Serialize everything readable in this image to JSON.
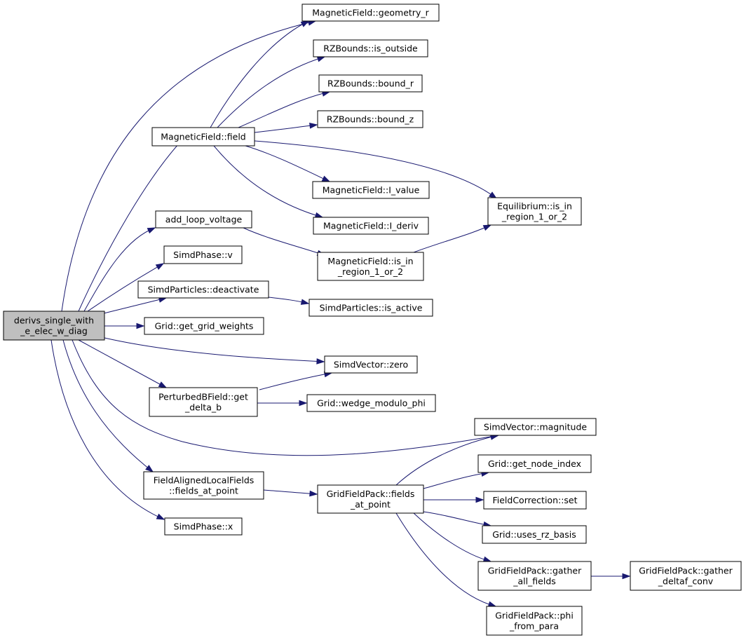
{
  "diagram": {
    "nodes": [
      {
        "id": "root",
        "lines": [
          "derivs_single_with",
          "_e_elec_w_diag"
        ],
        "root": true
      },
      {
        "id": "mf_geometry_r",
        "lines": [
          "MagneticField::geometry_r"
        ]
      },
      {
        "id": "rzb_is_outside",
        "lines": [
          "RZBounds::is_outside"
        ]
      },
      {
        "id": "rzb_bound_r",
        "lines": [
          "RZBounds::bound_r"
        ]
      },
      {
        "id": "rzb_bound_z",
        "lines": [
          "RZBounds::bound_z"
        ]
      },
      {
        "id": "mf_field",
        "lines": [
          "MagneticField::field"
        ]
      },
      {
        "id": "mf_i_value",
        "lines": [
          "MagneticField::I_value"
        ]
      },
      {
        "id": "eq_is_in_region",
        "lines": [
          "Equilibrium::is_in",
          "_region_1_or_2"
        ]
      },
      {
        "id": "add_loop_voltage",
        "lines": [
          "add_loop_voltage"
        ]
      },
      {
        "id": "mf_i_deriv",
        "lines": [
          "MagneticField::I_deriv"
        ]
      },
      {
        "id": "simdphase_v",
        "lines": [
          "SimdPhase::v"
        ]
      },
      {
        "id": "mf_is_in_region",
        "lines": [
          "MagneticField::is_in",
          "_region_1_or_2"
        ]
      },
      {
        "id": "sp_deactivate",
        "lines": [
          "SimdParticles::deactivate"
        ]
      },
      {
        "id": "sp_is_active",
        "lines": [
          "SimdParticles::is_active"
        ]
      },
      {
        "id": "grid_get_grid_weights",
        "lines": [
          "Grid::get_grid_weights"
        ]
      },
      {
        "id": "sv_zero",
        "lines": [
          "SimdVector::zero"
        ]
      },
      {
        "id": "pbf_get_delta_b",
        "lines": [
          "PerturbedBField::get",
          "_delta_b"
        ]
      },
      {
        "id": "grid_wedge_modulo_phi",
        "lines": [
          "Grid::wedge_modulo_phi"
        ]
      },
      {
        "id": "sv_magnitude",
        "lines": [
          "SimdVector::magnitude"
        ]
      },
      {
        "id": "grid_get_node_index",
        "lines": [
          "Grid::get_node_index"
        ]
      },
      {
        "id": "falf_fields_at_point",
        "lines": [
          "FieldAlignedLocalFields",
          "::fields_at_point"
        ]
      },
      {
        "id": "gfp_fields_at_point",
        "lines": [
          "GridFieldPack::fields",
          "_at_point"
        ]
      },
      {
        "id": "fc_set",
        "lines": [
          "FieldCorrection::set"
        ]
      },
      {
        "id": "simdphase_x",
        "lines": [
          "SimdPhase::x"
        ]
      },
      {
        "id": "grid_uses_rz_basis",
        "lines": [
          "Grid::uses_rz_basis"
        ]
      },
      {
        "id": "gfp_gather_all_fields",
        "lines": [
          "GridFieldPack::gather",
          "_all_fields"
        ]
      },
      {
        "id": "gfp_gather_deltaf_conv",
        "lines": [
          "GridFieldPack::gather",
          "_deltaf_conv"
        ]
      },
      {
        "id": "gfp_phi_from_para",
        "lines": [
          "GridFieldPack::phi",
          "_from_para"
        ]
      }
    ],
    "edges": [
      {
        "from": "root",
        "to": "mf_geometry_r"
      },
      {
        "from": "root",
        "to": "mf_field"
      },
      {
        "from": "root",
        "to": "add_loop_voltage"
      },
      {
        "from": "root",
        "to": "simdphase_v"
      },
      {
        "from": "root",
        "to": "sp_deactivate"
      },
      {
        "from": "root",
        "to": "grid_get_grid_weights"
      },
      {
        "from": "root",
        "to": "sv_zero"
      },
      {
        "from": "root",
        "to": "pbf_get_delta_b"
      },
      {
        "from": "root",
        "to": "sv_magnitude"
      },
      {
        "from": "root",
        "to": "falf_fields_at_point"
      },
      {
        "from": "root",
        "to": "simdphase_x"
      },
      {
        "from": "mf_field",
        "to": "mf_geometry_r"
      },
      {
        "from": "mf_field",
        "to": "rzb_is_outside"
      },
      {
        "from": "mf_field",
        "to": "rzb_bound_r"
      },
      {
        "from": "mf_field",
        "to": "rzb_bound_z"
      },
      {
        "from": "mf_field",
        "to": "eq_is_in_region"
      },
      {
        "from": "mf_field",
        "to": "mf_i_value"
      },
      {
        "from": "mf_field",
        "to": "mf_i_deriv"
      },
      {
        "from": "add_loop_voltage",
        "to": "mf_is_in_region"
      },
      {
        "from": "mf_is_in_region",
        "to": "eq_is_in_region"
      },
      {
        "from": "sp_deactivate",
        "to": "sp_is_active"
      },
      {
        "from": "pbf_get_delta_b",
        "to": "sv_zero"
      },
      {
        "from": "pbf_get_delta_b",
        "to": "grid_wedge_modulo_phi"
      },
      {
        "from": "falf_fields_at_point",
        "to": "gfp_fields_at_point"
      },
      {
        "from": "gfp_fields_at_point",
        "to": "sv_magnitude"
      },
      {
        "from": "gfp_fields_at_point",
        "to": "grid_get_node_index"
      },
      {
        "from": "gfp_fields_at_point",
        "to": "fc_set"
      },
      {
        "from": "gfp_fields_at_point",
        "to": "grid_uses_rz_basis"
      },
      {
        "from": "gfp_fields_at_point",
        "to": "gfp_gather_all_fields"
      },
      {
        "from": "gfp_fields_at_point",
        "to": "gfp_phi_from_para"
      },
      {
        "from": "gfp_gather_all_fields",
        "to": "gfp_gather_deltaf_conv"
      }
    ]
  },
  "colors": {
    "edge": "#191970",
    "root_fill": "#bfbfbf",
    "node_fill": "#ffffff",
    "node_border": "#000000"
  }
}
